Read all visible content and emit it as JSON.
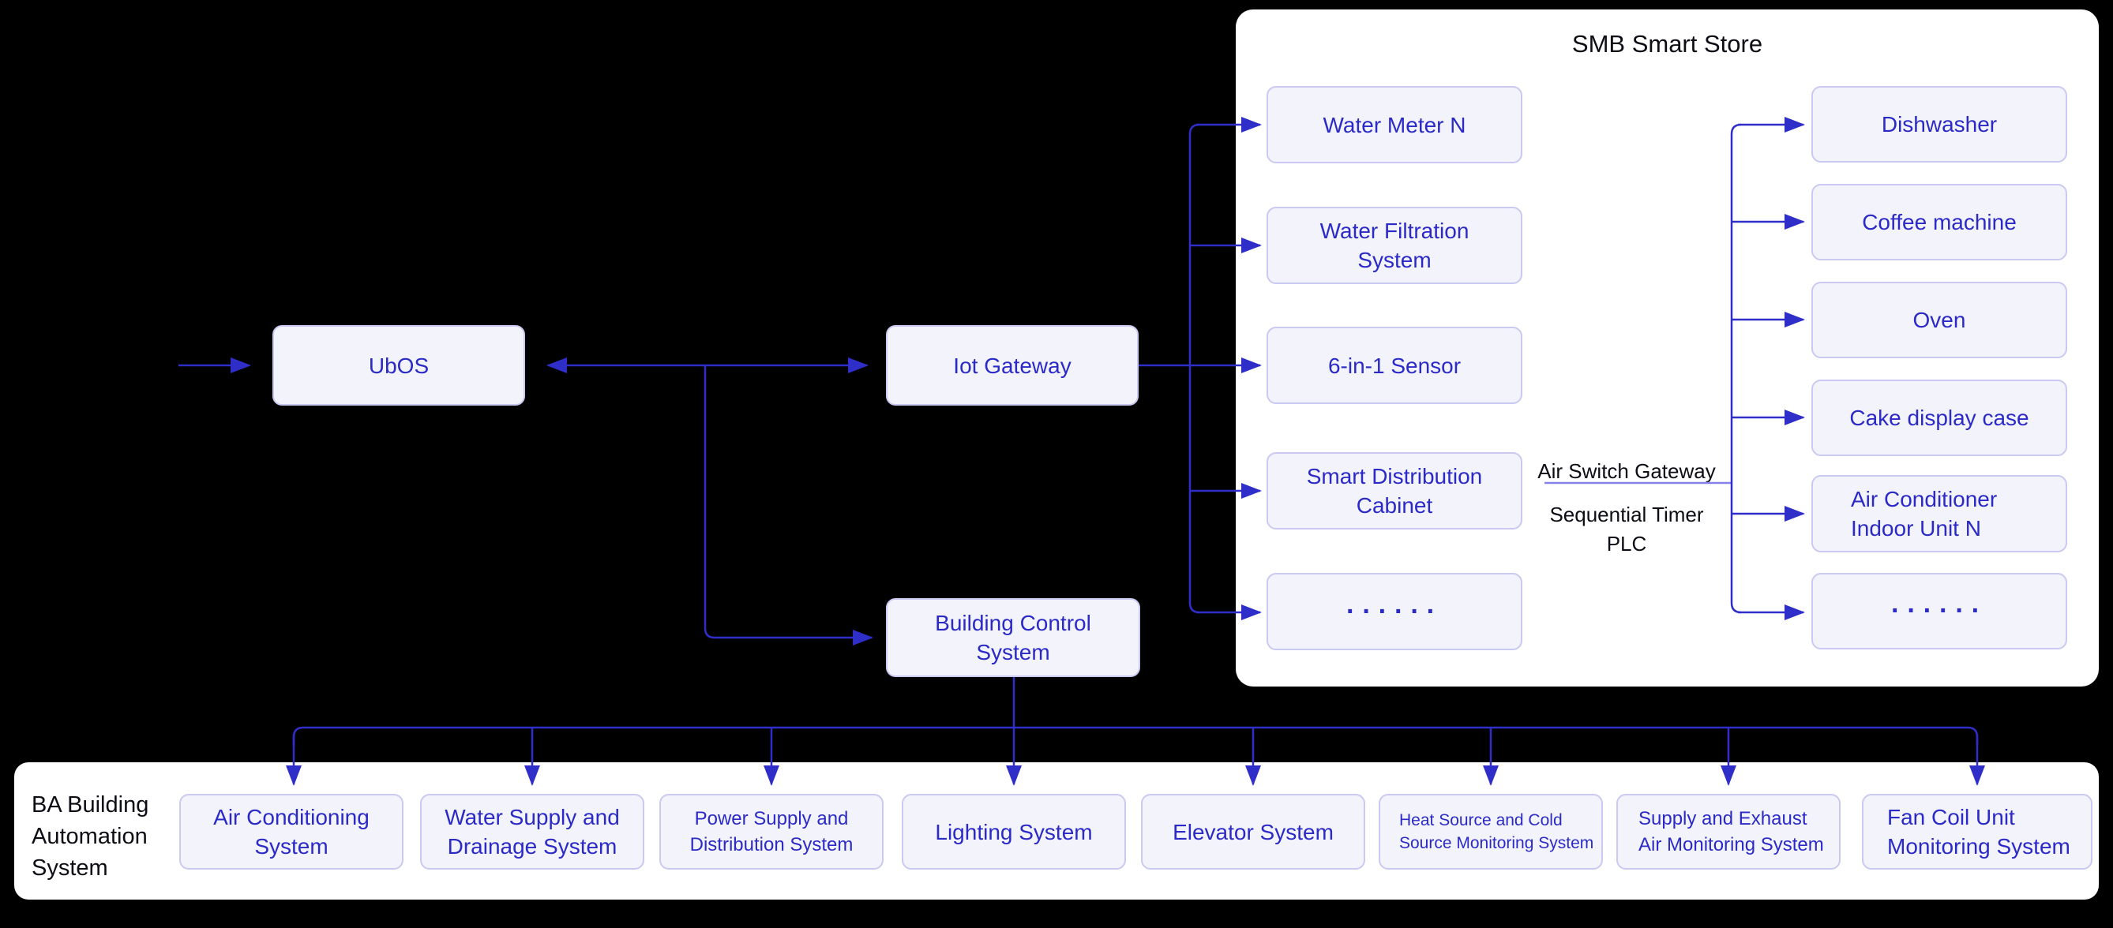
{
  "diagram": {
    "nodes": {
      "ubos": "UbOS",
      "iot_gateway": "Iot Gateway",
      "building_control": "Building Control\nSystem"
    },
    "smb_store": {
      "title": "SMB Smart Store",
      "devices_left": [
        "Water Meter N",
        "Water Filtration\nSystem",
        "6-in-1 Sensor",
        "Smart Distribution\nCabinet",
        "······"
      ],
      "devices_right": [
        "Dishwasher",
        "Coffee machine",
        "Oven",
        "Cake display case",
        "Air Conditioner\nIndoor Unit N",
        "······"
      ],
      "gateway_labels": {
        "air_switch": "Air Switch Gateway",
        "sequential_timer": "Sequential Timer\nPLC"
      }
    },
    "ba_system": {
      "label": "BA Building\nAutomation\nSystem",
      "systems": [
        "Air Conditioning\nSystem",
        "Water Supply and\nDrainage System",
        "Power Supply and\nDistribution System",
        "Lighting System",
        "Elevator System",
        "Heat Source and Cold\nSource Monitoring System",
        "Supply and Exhaust\nAir Monitoring System",
        "Fan Coil Unit\nMonitoring System"
      ]
    },
    "colors": {
      "background": "#000000",
      "panel_bg": "#ffffff",
      "box_fill": "#f3f3fc",
      "box_border": "#c9c9f1",
      "box_text": "#2b2ac6",
      "arrow_line": "#2f2ec9",
      "underline": "#8583ea",
      "title_text": "#0d0d15"
    }
  }
}
